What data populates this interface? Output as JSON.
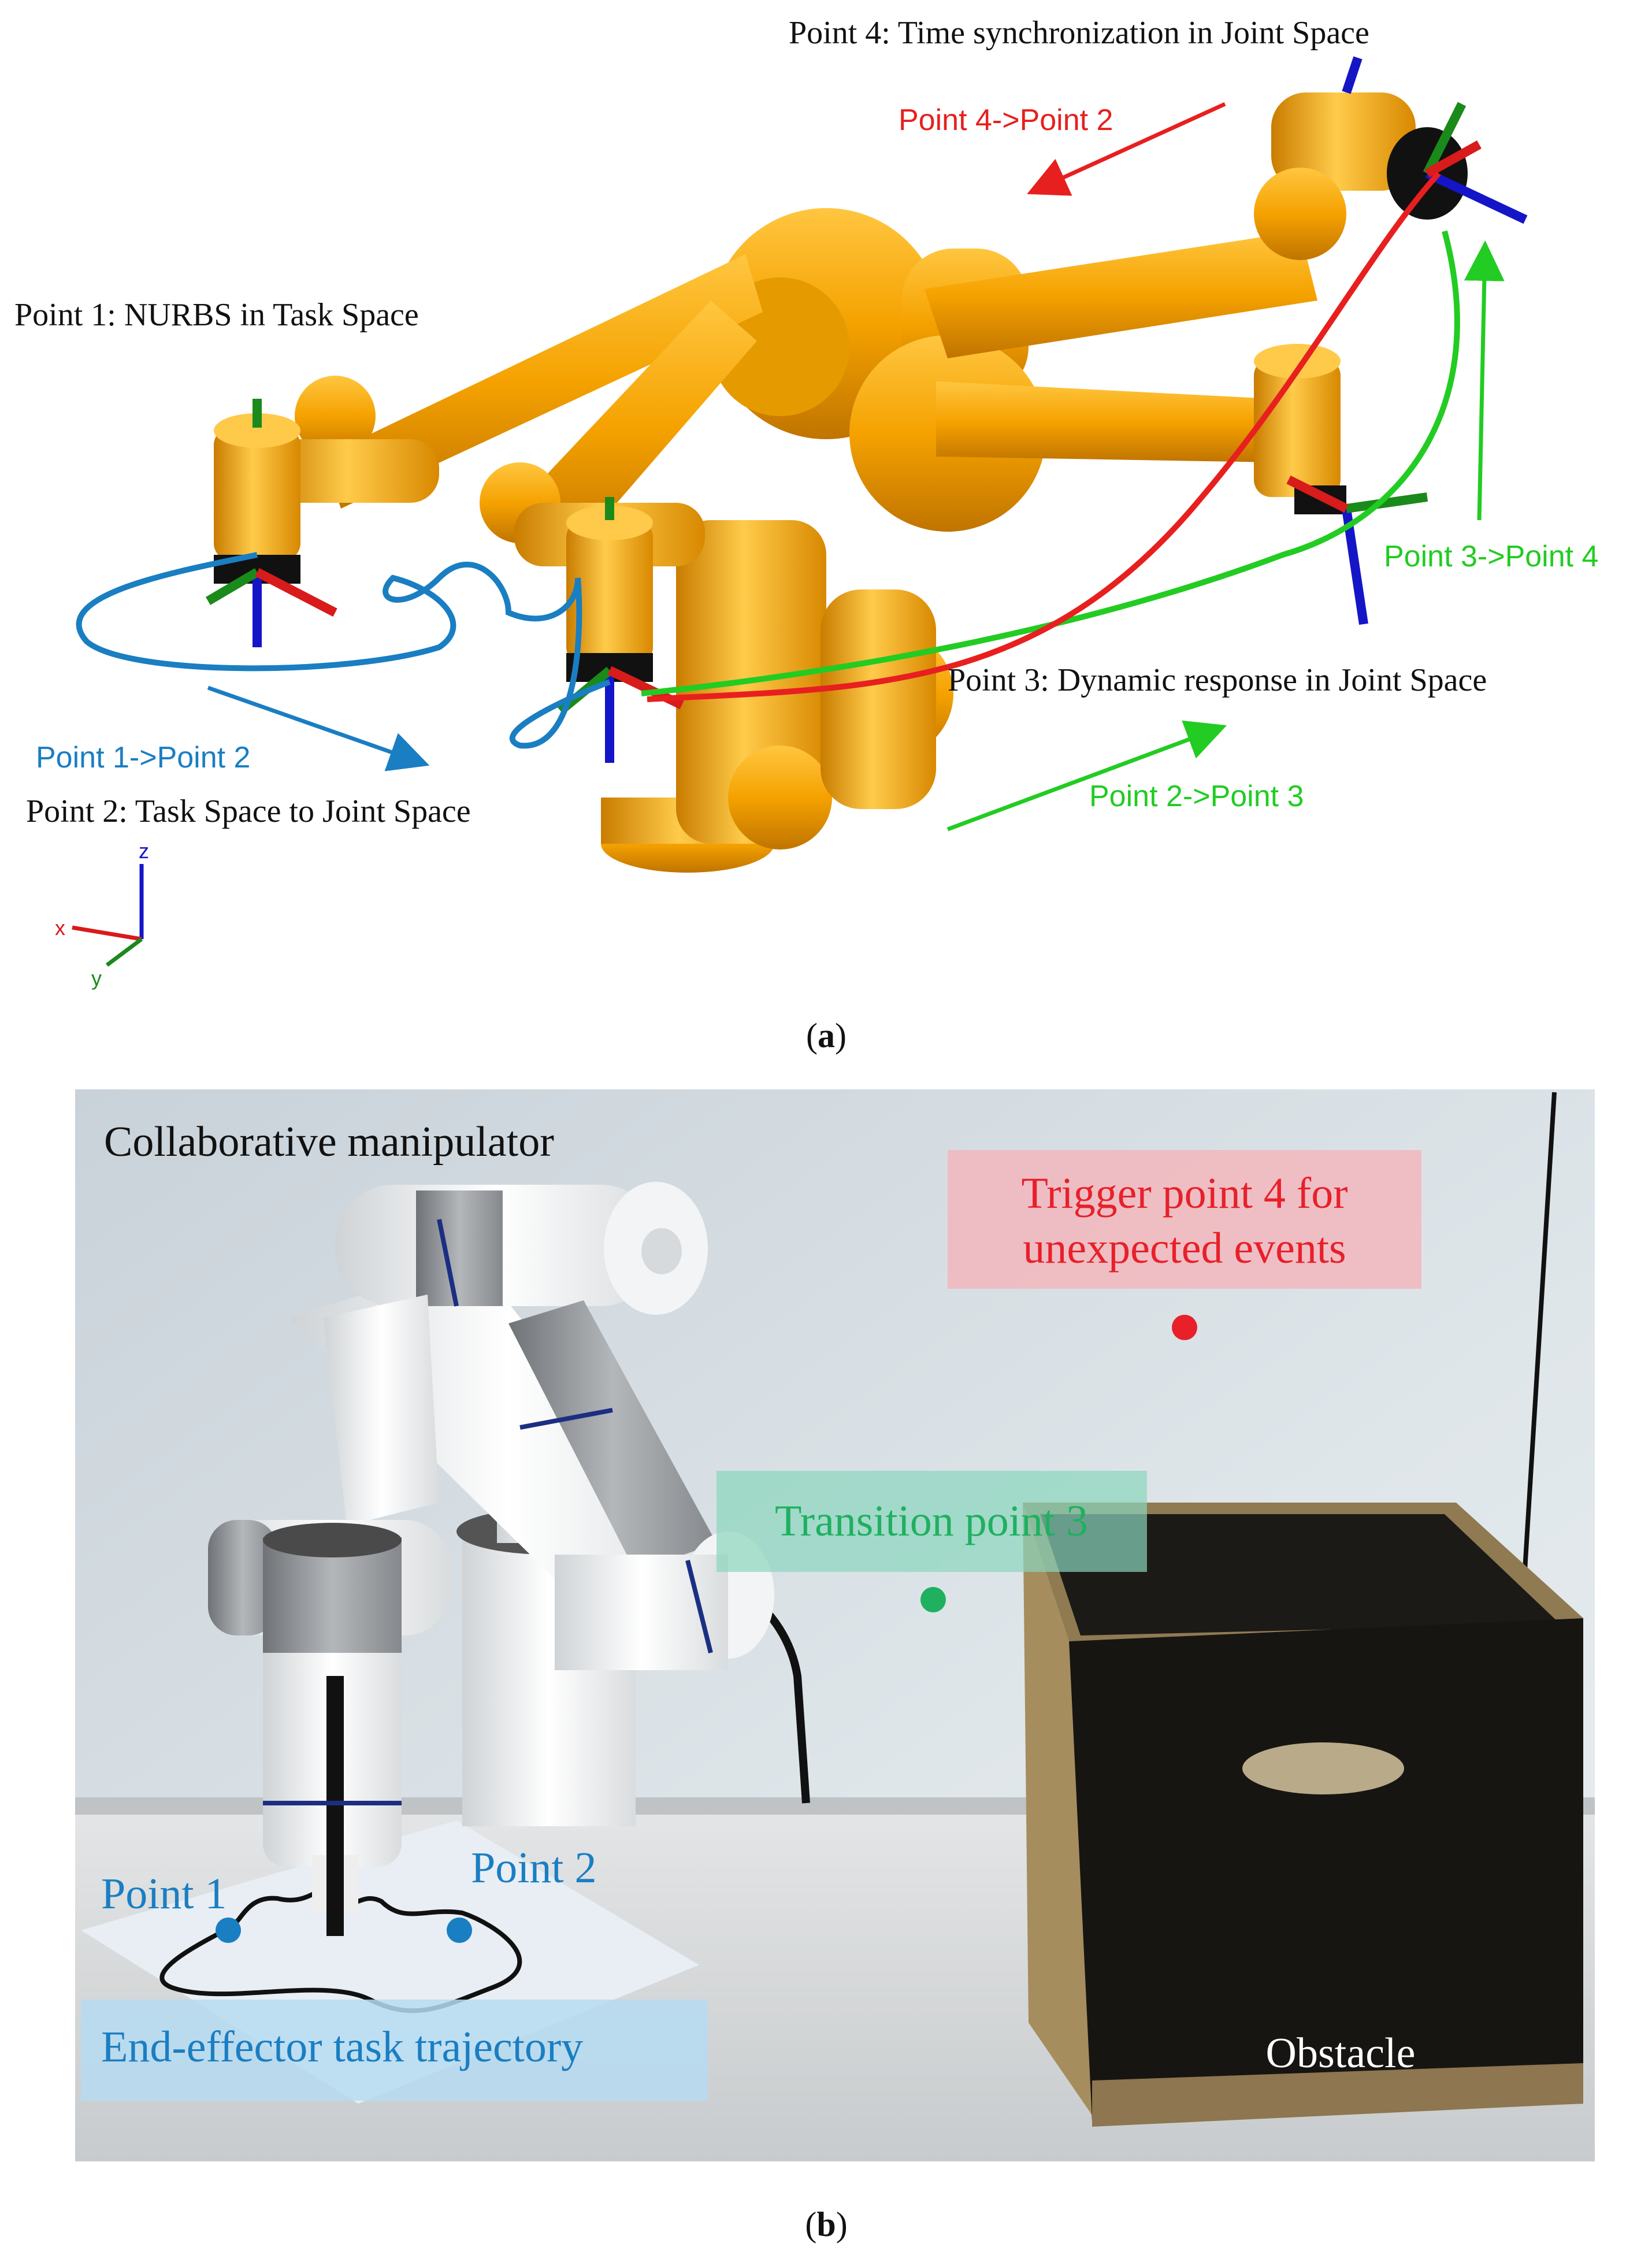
{
  "panel_a": {
    "caption": "a",
    "point1_label": "Point 1: NURBS in Task Space",
    "point2_label": "Point 2: Task Space to Joint Space",
    "point3_label": "Point 3:  Dynamic response in Joint Space",
    "point4_label": "Point 4:  Time synchronization in Joint Space",
    "arrow_1_2": "Point 1->Point 2",
    "arrow_2_3": "Point 2->Point 3",
    "arrow_3_4": "Point 3->Point 4",
    "arrow_4_2": "Point 4->Point 2",
    "axis_x": "x",
    "axis_y": "y",
    "axis_z": "z",
    "colors": {
      "blue": "#1a7ec2",
      "green": "#22cc22",
      "red": "#e81f1f",
      "orange": "#f2a300"
    }
  },
  "panel_b": {
    "caption": "b",
    "title": "Collaborative manipulator",
    "trigger_label_line1": "Trigger point 4 for",
    "trigger_label_line2": "unexpected events",
    "transition_label": "Transition point 3",
    "point1_label": "Point 1",
    "point2_label": "Point 2",
    "trajectory_label": "End-effector task trajectory",
    "obstacle_label": "Obstacle",
    "colors": {
      "blue": "#1a7ec2",
      "green": "#1fb060",
      "red": "#e8202a"
    }
  }
}
